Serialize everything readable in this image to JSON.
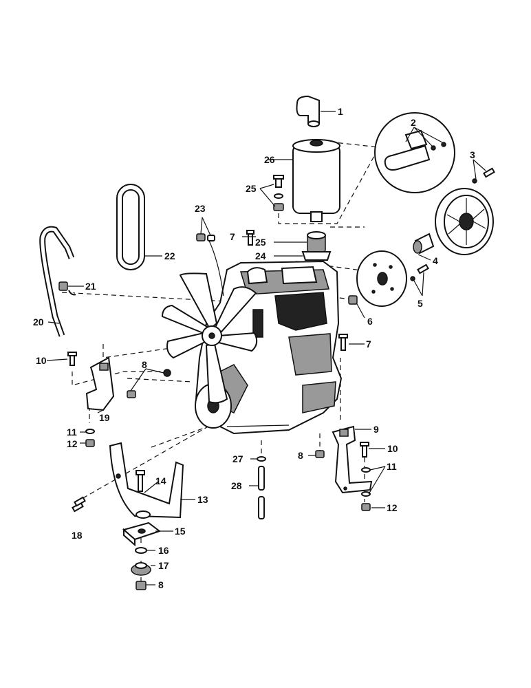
{
  "diagram": {
    "callouts": [
      "1",
      "2",
      "3",
      "4",
      "5",
      "6",
      "7",
      "8",
      "9",
      "10",
      "11",
      "12",
      "13",
      "14",
      "15",
      "16",
      "17",
      "18",
      "19",
      "20",
      "21",
      "22",
      "23",
      "24",
      "25",
      "26",
      "27",
      "28"
    ],
    "colors": {
      "ink": "#111111",
      "paper": "#ffffff",
      "shade": "#999999"
    }
  }
}
